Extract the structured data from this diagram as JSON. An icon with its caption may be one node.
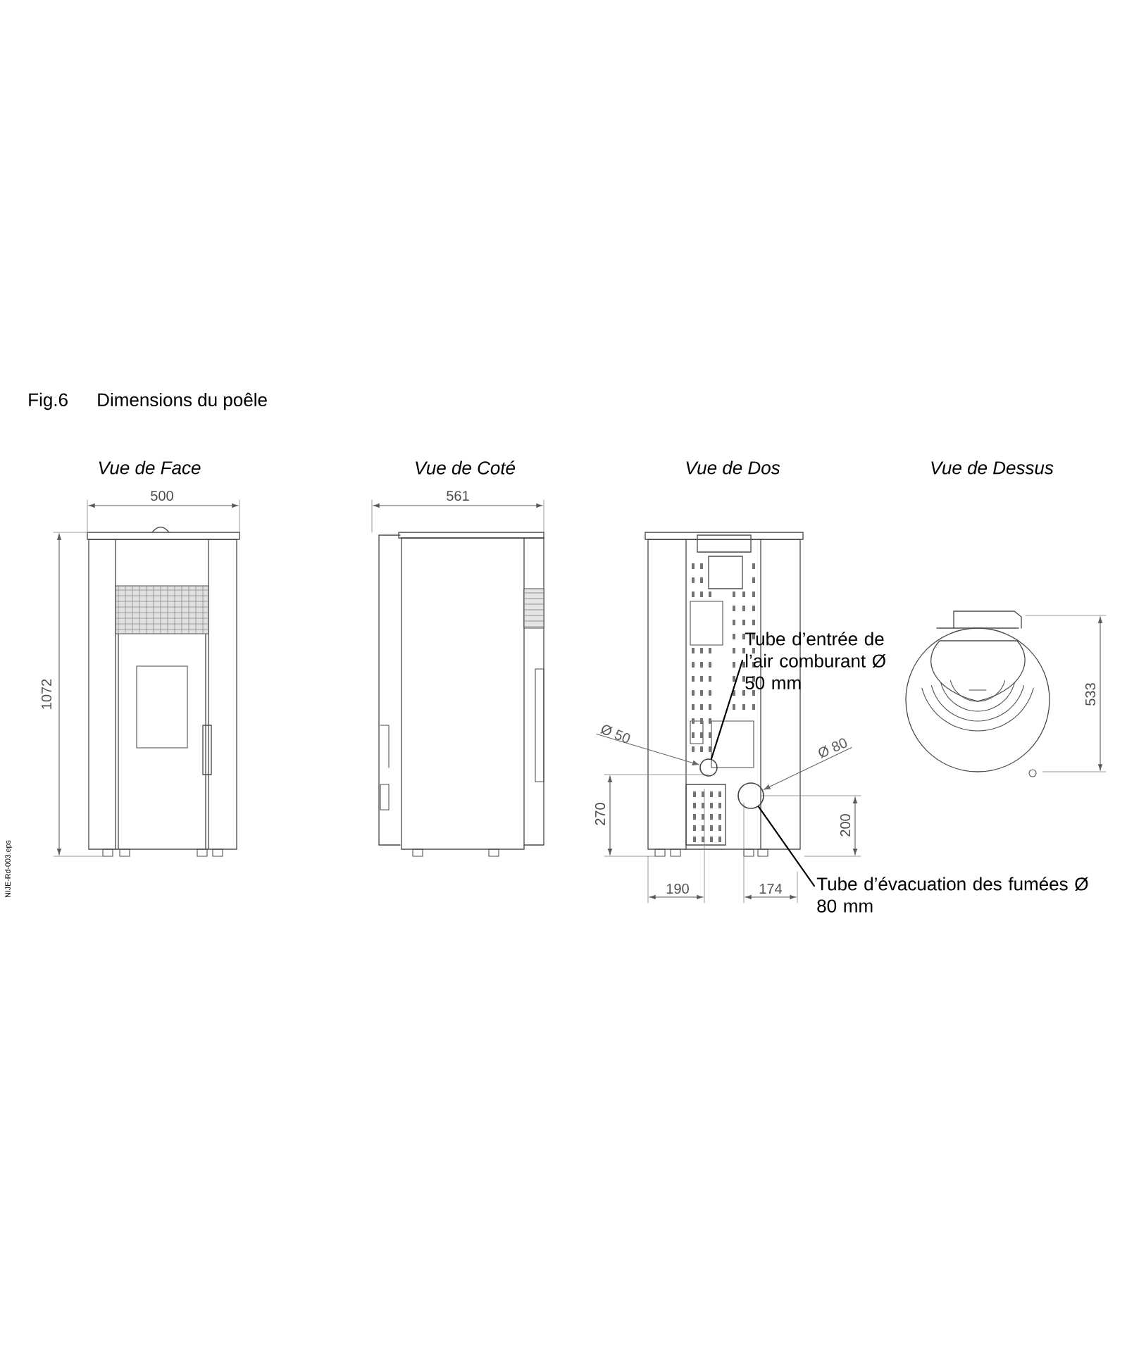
{
  "diagram": {
    "title": "Dimensions du poêle",
    "nodes": [
      {
        "text": [
          "Tube d’entrée de l’air comburant Ø 50 mm"
        ]
      },
      {
        "text": [],
        "shape": "circle"
      },
      {
        "text": [
          "Tube d’évacuation des fumées Ø 80 mm"
        ]
      },
      {
        "text": [],
        "shape": "circle"
      },
      {
        "text": [
          "Ø 50"
        ]
      },
      {
        "text": [
          "Ø 80"
        ]
      }
    ],
    "edges": [
      {
        "from": 0,
        "to": 1,
        "arrow": "none"
      },
      {
        "from": 2,
        "to": 3,
        "arrow": "none"
      },
      {
        "from": 4,
        "to": 1,
        "arrow": "to",
        "color": "#666666"
      },
      {
        "from": 5,
        "to": 3,
        "arrow": "to",
        "color": "#666666"
      }
    ],
    "labels": [
      "Fig.6",
      "Vue de Face",
      "Vue de Coté",
      "Vue de Dos",
      "Vue de Dessus",
      "500",
      "1072",
      "561",
      "270",
      "200",
      "190",
      "174",
      "533",
      "NIJE-Rd-003.eps"
    ]
  }
}
